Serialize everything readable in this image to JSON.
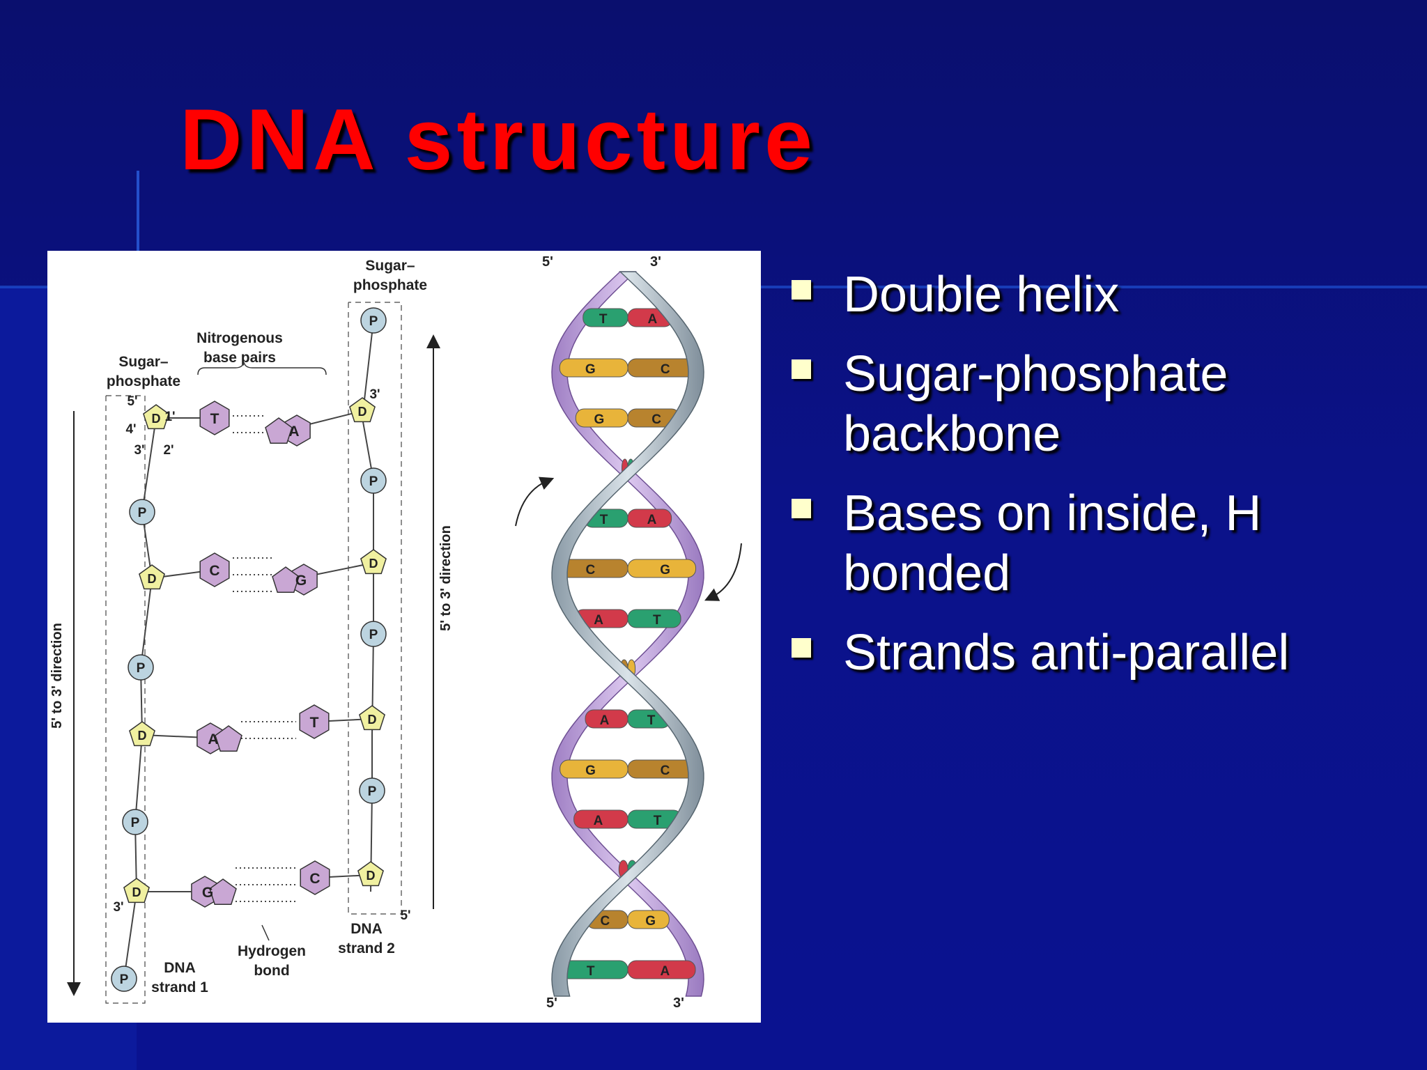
{
  "slide": {
    "title": "DNA structure",
    "bullets": [
      {
        "text": "Double helix"
      },
      {
        "text": "Sugar-phosphate backbone"
      },
      {
        "text": "Bases on inside, H bonded"
      },
      {
        "text": "Strands anti-parallel"
      }
    ]
  },
  "figure": {
    "labels": {
      "sugar_phosphate_top": [
        "Sugar–",
        "phosphate"
      ],
      "sugar_phosphate_left": [
        "Sugar–",
        "phosphate"
      ],
      "nitrogenous": [
        "Nitrogenous",
        "base pairs"
      ],
      "direction": "5' to 3' direction",
      "hydrogen_bond": [
        "Hydrogen",
        "bond"
      ],
      "strand1": [
        "DNA",
        "strand 1"
      ],
      "strand2": [
        "DNA",
        "strand 2"
      ],
      "five_prime": "5'",
      "three_prime": "3'",
      "one_prime": "1'",
      "two_prime": "2'",
      "four_prime": "4'"
    },
    "ladder_pairs": [
      {
        "left": "T",
        "right": "A"
      },
      {
        "left": "C",
        "right": "G"
      },
      {
        "left": "A",
        "right": "T"
      },
      {
        "left": "G",
        "right": "C"
      }
    ],
    "backbone": {
      "phosphate": "P",
      "deoxyribose": "D"
    },
    "helix_pairs": [
      {
        "left": "T",
        "right": "A"
      },
      {
        "left": "G",
        "right": "C"
      },
      {
        "left": "G",
        "right": "C"
      },
      {
        "left": "A",
        "right": "T"
      },
      {
        "left": "T",
        "right": "A"
      },
      {
        "left": "C",
        "right": "G"
      },
      {
        "left": "A",
        "right": "T"
      },
      {
        "left": "C",
        "right": "G"
      },
      {
        "left": "A",
        "right": "T"
      },
      {
        "left": "G",
        "right": "C"
      },
      {
        "left": "A",
        "right": "T"
      },
      {
        "left": "A",
        "right": "T"
      },
      {
        "left": "C",
        "right": "G"
      },
      {
        "left": "T",
        "right": "A"
      }
    ],
    "base_colors": {
      "A": "#d23a4a",
      "T": "#2aa070",
      "G": "#e8b43a",
      "C": "#b8832e"
    }
  }
}
